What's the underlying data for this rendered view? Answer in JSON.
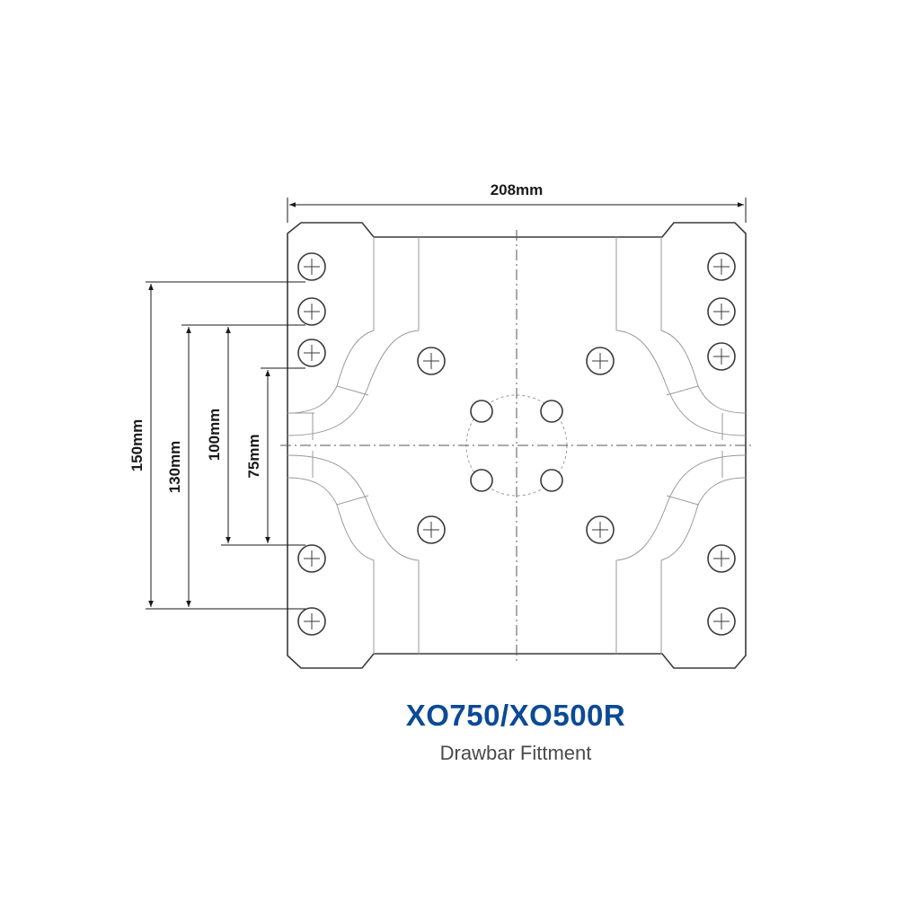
{
  "drawing": {
    "width_label": "208mm",
    "height_labels": {
      "d150": "150mm",
      "d130": "130mm",
      "d100": "100mm",
      "d75": "75mm"
    }
  },
  "caption": {
    "model": "XO750/XO500R",
    "description": "Drawbar Fittment"
  },
  "colors": {
    "title": "#0b4a96",
    "line": "#3a3a3a",
    "thin_line": "#9a9a9a",
    "text": "#1a1a1a"
  }
}
